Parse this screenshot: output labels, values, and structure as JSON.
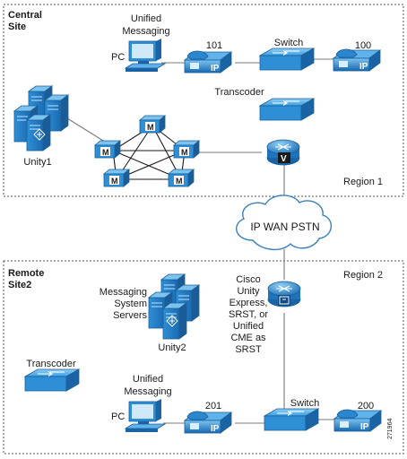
{
  "central_site": {
    "title_line1": "Central",
    "title_line2": "Site",
    "region": "Region 1",
    "unified_messaging_line1": "Unified",
    "unified_messaging_line2": "Messaging",
    "pc": "PC",
    "phone_101": "101",
    "switch": "Switch",
    "phone_100": "100",
    "transcoder": "Transcoder",
    "unity": "Unity1",
    "phone_badge": "IP",
    "mcu_badge": "M",
    "router_badge": "V"
  },
  "wan": {
    "label": "IP WAN PSTN"
  },
  "remote_site": {
    "title_line1": "Remote",
    "title_line2": "Site2",
    "region": "Region 2",
    "messaging_servers_line1": "Messaging",
    "messaging_servers_line2": "System",
    "messaging_servers_line3": "Servers",
    "unity": "Unity2",
    "cisco_line1": "Cisco",
    "cisco_line2": "Unity",
    "cisco_line3": "Express,",
    "cisco_line4": "SRST, or",
    "cisco_line5": "Unified",
    "cisco_line6": "CME as",
    "cisco_line7": "SRST",
    "transcoder": "Transcoder",
    "unified_messaging_line1": "Unified",
    "unified_messaging_line2": "Messaging",
    "pc": "PC",
    "phone_201": "201",
    "switch": "Switch",
    "phone_200": "200",
    "phone_badge": "IP"
  },
  "figure_id": "271964",
  "colors": {
    "device_blue": "#2f8fd6",
    "device_dark": "#1768b0",
    "device_light": "#7cc3f0",
    "line": "#7a7a7a",
    "border": "#555555"
  }
}
